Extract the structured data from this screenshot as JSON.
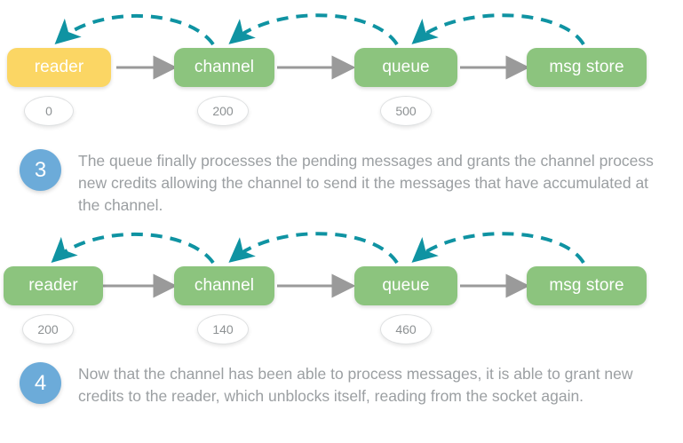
{
  "colors": {
    "node_green": "#8cc47e",
    "node_yellow": "#fbd664",
    "credit_arrow_teal": "#0f93a2",
    "flow_arrow_gray": "#9a9a9a",
    "step_circle_blue": "#6cabd9",
    "text_gray": "#9b9fa2",
    "badge_text": "#8d9193",
    "background": "#ffffff"
  },
  "diagrams": [
    {
      "id": "state-3",
      "nodes": [
        {
          "label": "reader",
          "color": "yellow",
          "credits": "0"
        },
        {
          "label": "channel",
          "color": "green",
          "credits": "200"
        },
        {
          "label": "queue",
          "color": "green",
          "credits": "500"
        },
        {
          "label": "msg store",
          "color": "green",
          "credits": null
        }
      ],
      "flow_arrows": [
        {
          "from": "reader",
          "to": "channel"
        },
        {
          "from": "channel",
          "to": "queue"
        },
        {
          "from": "queue",
          "to": "msg store"
        }
      ],
      "credit_arrows": [
        {
          "from": "channel",
          "to": "reader"
        },
        {
          "from": "queue",
          "to": "channel"
        },
        {
          "from": "msg store",
          "to": "queue"
        }
      ]
    },
    {
      "id": "state-4",
      "nodes": [
        {
          "label": "reader",
          "color": "green",
          "credits": "200"
        },
        {
          "label": "channel",
          "color": "green",
          "credits": "140"
        },
        {
          "label": "queue",
          "color": "green",
          "credits": "460"
        },
        {
          "label": "msg store",
          "color": "green",
          "credits": null
        }
      ],
      "flow_arrows": [
        {
          "from": "reader",
          "to": "channel"
        },
        {
          "from": "channel",
          "to": "queue"
        },
        {
          "from": "queue",
          "to": "msg store"
        }
      ],
      "credit_arrows": [
        {
          "from": "channel",
          "to": "reader"
        },
        {
          "from": "queue",
          "to": "channel"
        },
        {
          "from": "msg store",
          "to": "queue"
        }
      ]
    }
  ],
  "steps": [
    {
      "number": "3",
      "text": "The queue finally processes the pending messages and grants the channel process new credits allowing the channel to send it the messages that have accumulated at the channel."
    },
    {
      "number": "4",
      "text": "Now that the channel has been able to process messages, it is able to grant new credits to the reader, which unblocks itself, reading from the socket again."
    }
  ]
}
